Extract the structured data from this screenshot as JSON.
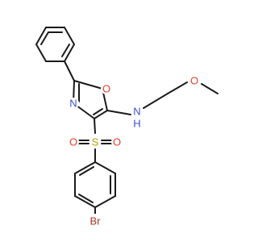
{
  "molecule": {
    "colors": {
      "bond": "#1a1a1a",
      "oxygen": "#e8412c",
      "nitrogen": "#3a4fd6",
      "sulfur": "#b5a000",
      "bromine": "#a5382a"
    },
    "labels": {
      "ring_oxygen": "O",
      "ring_nitrogen": "N",
      "amine_nitrogen": "N",
      "amine_hydrogen": "H",
      "ether_oxygen": "O",
      "sulfur": "S",
      "sulfonyl_oxygen_left": "O",
      "sulfonyl_oxygen_right": "O",
      "bromine": "Br"
    }
  }
}
